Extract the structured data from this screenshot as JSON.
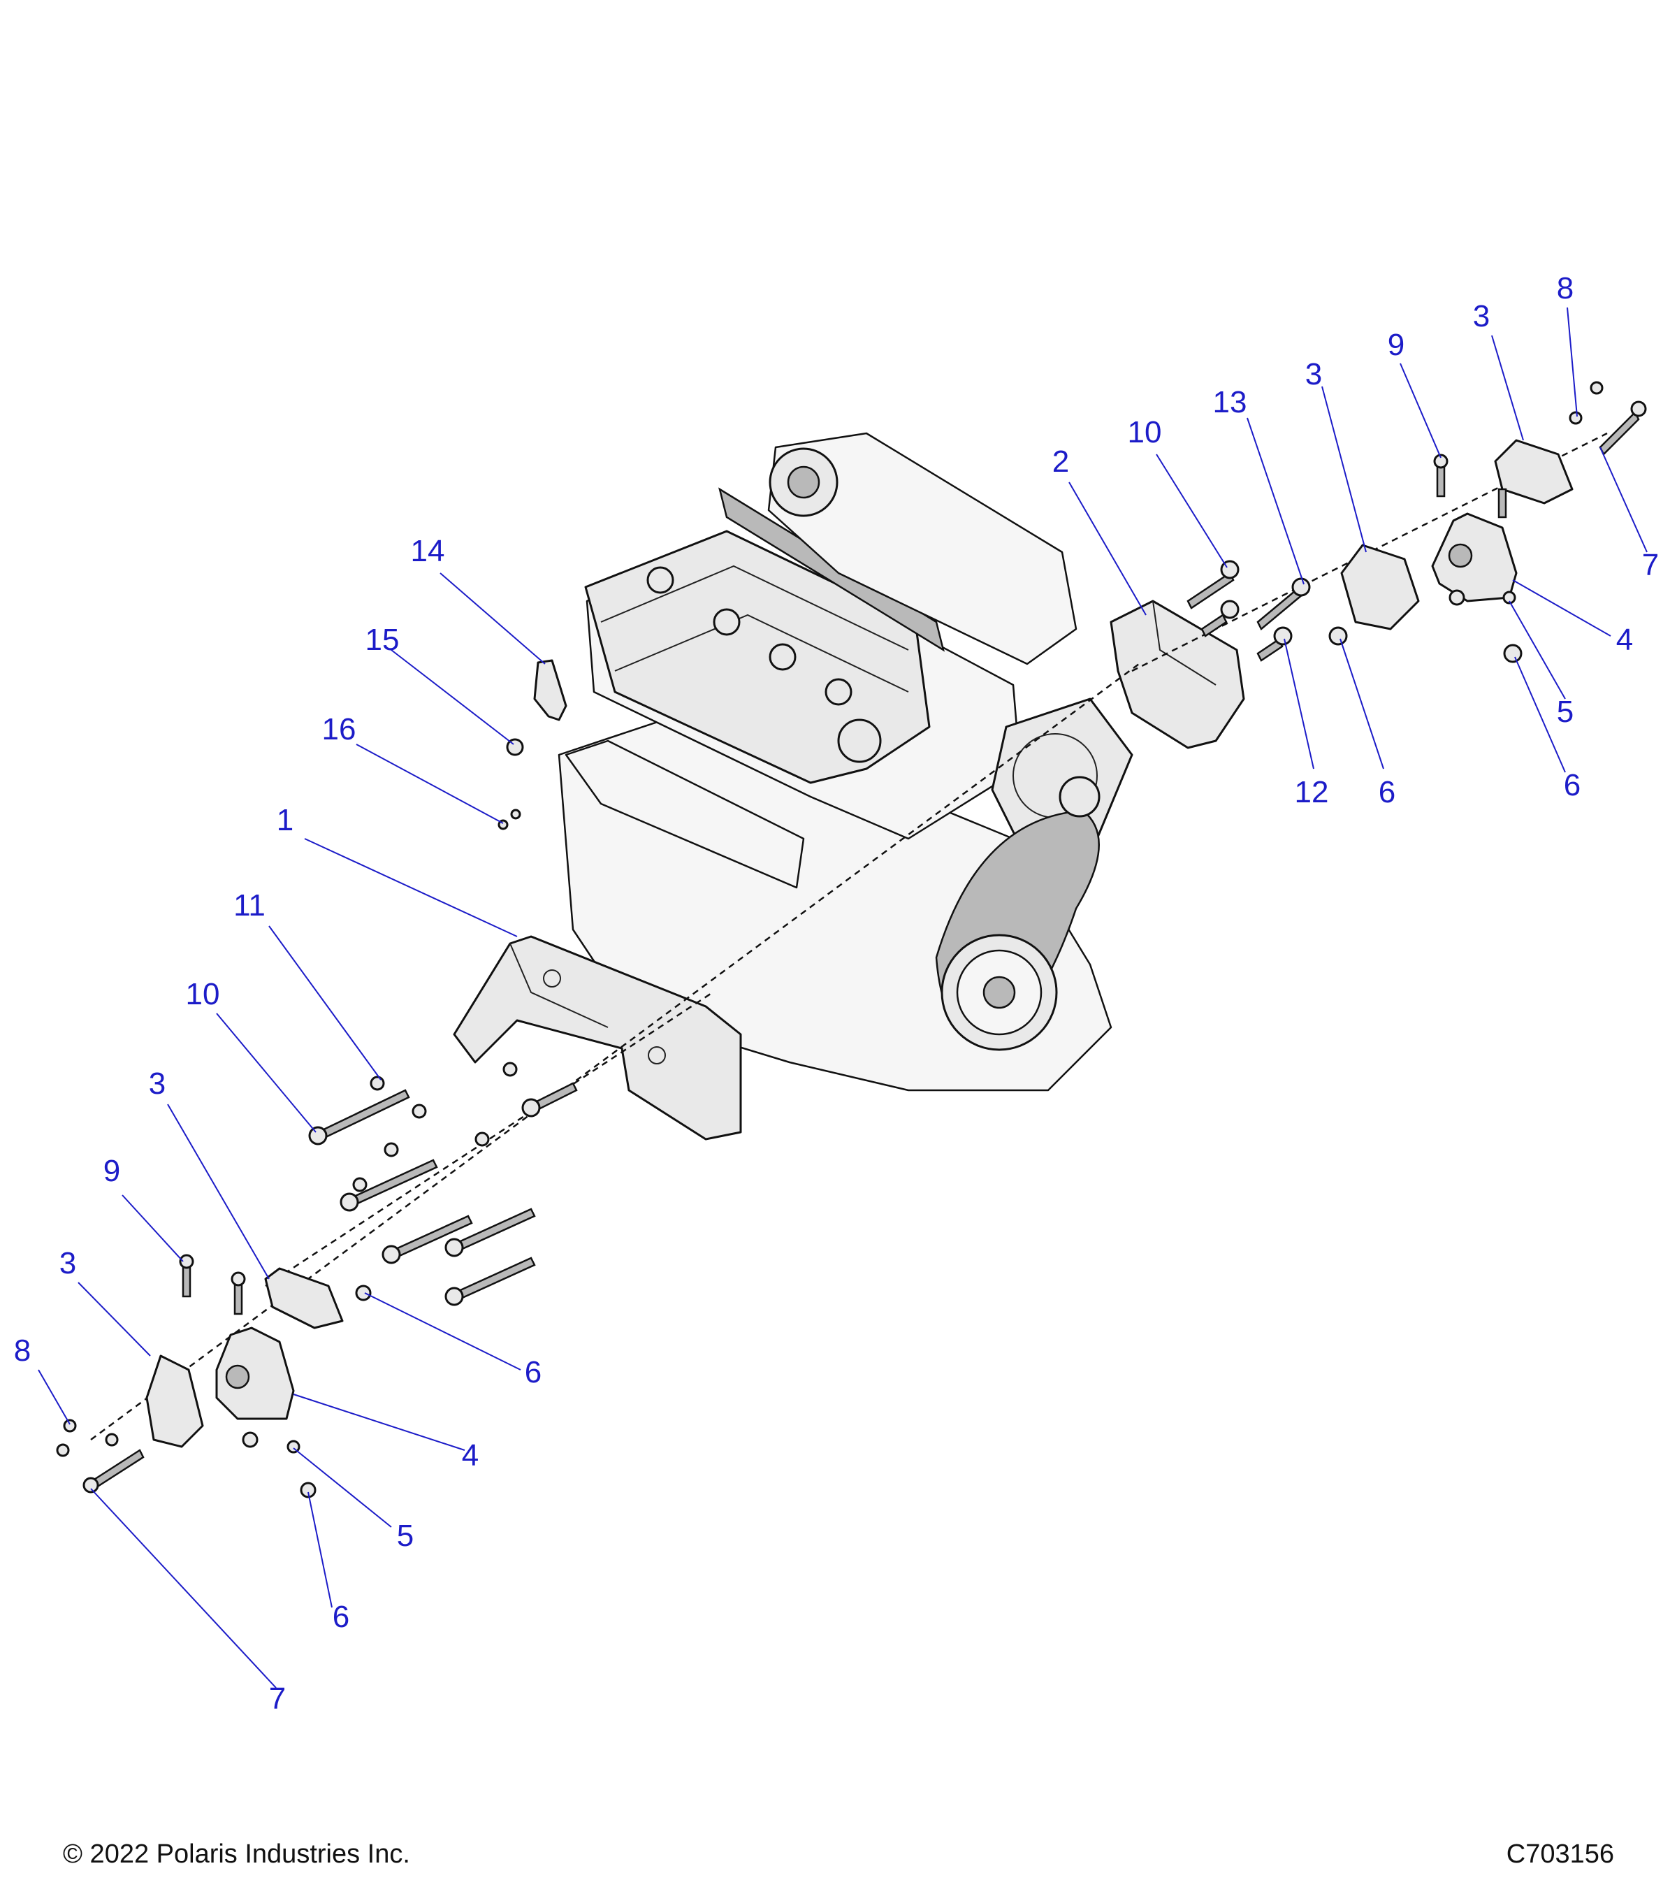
{
  "footer": {
    "copyright": "© 2022 Polaris Industries Inc.",
    "drawing_number": "C703156"
  },
  "colors": {
    "callout": "#1c1cc8",
    "linework": "#111111",
    "part_fill": "#e9e9e9"
  },
  "callouts": [
    {
      "id": "c-1",
      "label": "1"
    },
    {
      "id": "c-2",
      "label": "2"
    },
    {
      "id": "c-3a",
      "label": "3"
    },
    {
      "id": "c-3b",
      "label": "3"
    },
    {
      "id": "c-3c",
      "label": "3"
    },
    {
      "id": "c-3d",
      "label": "3"
    },
    {
      "id": "c-4a",
      "label": "4"
    },
    {
      "id": "c-4b",
      "label": "4"
    },
    {
      "id": "c-5a",
      "label": "5"
    },
    {
      "id": "c-5b",
      "label": "5"
    },
    {
      "id": "c-6a",
      "label": "6"
    },
    {
      "id": "c-6b",
      "label": "6"
    },
    {
      "id": "c-6c",
      "label": "6"
    },
    {
      "id": "c-6d",
      "label": "6"
    },
    {
      "id": "c-7a",
      "label": "7"
    },
    {
      "id": "c-7b",
      "label": "7"
    },
    {
      "id": "c-8a",
      "label": "8"
    },
    {
      "id": "c-8b",
      "label": "8"
    },
    {
      "id": "c-9a",
      "label": "9"
    },
    {
      "id": "c-9b",
      "label": "9"
    },
    {
      "id": "c-10a",
      "label": "10"
    },
    {
      "id": "c-10b",
      "label": "10"
    },
    {
      "id": "c-11",
      "label": "11"
    },
    {
      "id": "c-12",
      "label": "12"
    },
    {
      "id": "c-13",
      "label": "13"
    },
    {
      "id": "c-14",
      "label": "14"
    },
    {
      "id": "c-15",
      "label": "15"
    },
    {
      "id": "c-16",
      "label": "16"
    }
  ]
}
